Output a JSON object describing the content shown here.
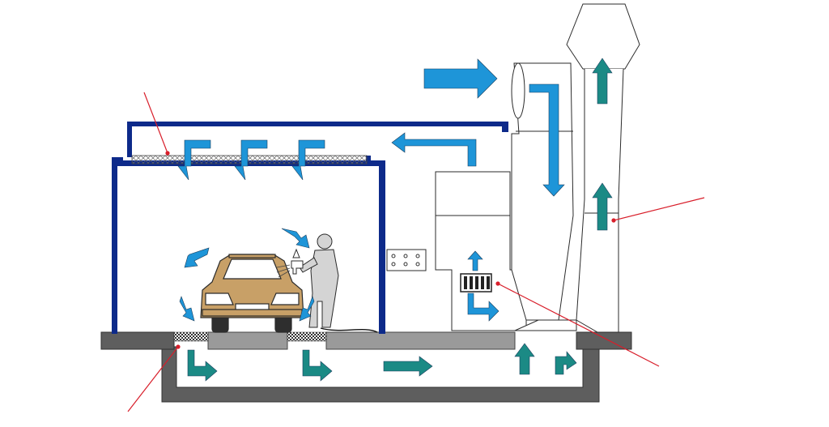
{
  "diagram": {
    "kind": "spray-paint-booth-airflow",
    "labels": [],
    "callout_count": 4,
    "colors": {
      "booth_wall": "#0d2a8a",
      "supply_air_arrow": "#1e95d8",
      "exhaust_air_arrow": "#1b8a85",
      "car_body": "#c8a067",
      "floor": "#5e5e5e",
      "callout_line": "#d81e2a",
      "outline": "#2b2b2b",
      "grating": "#333333",
      "plenum_filter": "#bdbdbd"
    },
    "components": [
      "booth-enclosure",
      "ceiling-filter",
      "floor-grating",
      "underfloor-duct",
      "car",
      "painter-with-spray-gun",
      "control-panel",
      "air-supply-unit",
      "heater-coil",
      "fan-housing",
      "exhaust-stack"
    ],
    "icons": [
      "supply-arrow-icon",
      "exhaust-arrow-icon",
      "callout-dot-icon"
    ]
  }
}
